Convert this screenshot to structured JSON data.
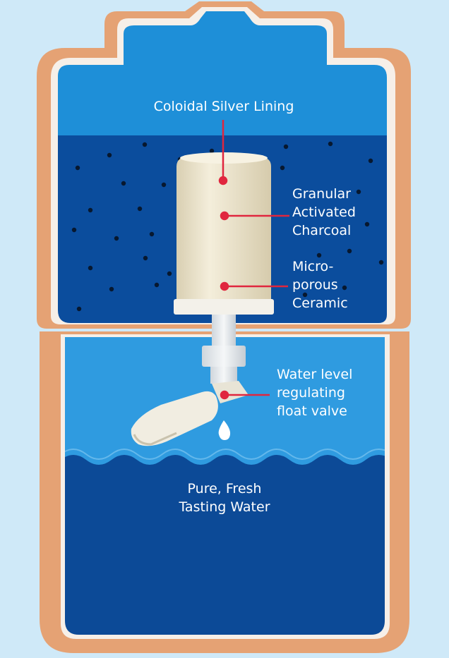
{
  "colors": {
    "background": "#cfe9f8",
    "container_outline": "#e5a274",
    "container_inner_rim": "#f6efe8",
    "upper_air_blue": "#1e8fd8",
    "unfiltered_water": "#0b4d9d",
    "lower_air_blue": "#2f9be0",
    "pure_water": "#0c4a97",
    "ceramic_filter": "#ece4cc",
    "pointer_line": "#e0263e",
    "label_text": "#ffffff"
  },
  "labels": {
    "silver_lining": [
      "Coloidal Silver Lining"
    ],
    "charcoal": [
      "Granular",
      "Activated",
      "Charcoal"
    ],
    "ceramic": [
      "Micro-",
      "porous",
      "Ceramic"
    ],
    "float_valve": [
      "Water level",
      "regulating",
      "float valve"
    ],
    "pure_water": [
      "Pure, Fresh",
      "Tasting Water"
    ]
  },
  "icons": {
    "impurity_particle": "dot-icon",
    "water_drop": "water-drop-icon",
    "float_valve": "float-valve-icon"
  }
}
